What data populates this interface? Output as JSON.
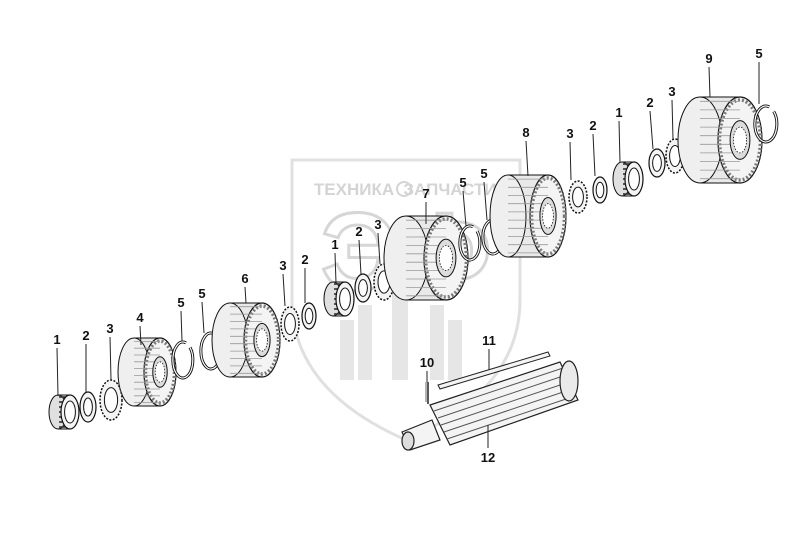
{
  "watermark": {
    "text_left": "ТЕХНИКА",
    "text_right": "ЗАПЧАСТИ",
    "monogram": "ЭФ",
    "color": "#d6d6d6"
  },
  "colors": {
    "ink": "#111111",
    "leader": "#222222",
    "part_fill": "#f4f4f4",
    "tooth": "#7a7a7a"
  },
  "callouts": [
    {
      "id": "c1a",
      "label": "1"
    },
    {
      "id": "c2a",
      "label": "2"
    },
    {
      "id": "c3a",
      "label": "3"
    },
    {
      "id": "c4",
      "label": "4"
    },
    {
      "id": "c5a",
      "label": "5"
    },
    {
      "id": "c5b",
      "label": "5"
    },
    {
      "id": "c6",
      "label": "6"
    },
    {
      "id": "c3b",
      "label": "3"
    },
    {
      "id": "c2b",
      "label": "2"
    },
    {
      "id": "c1b",
      "label": "1"
    },
    {
      "id": "c2c",
      "label": "2"
    },
    {
      "id": "c3c",
      "label": "3"
    },
    {
      "id": "c7",
      "label": "7"
    },
    {
      "id": "c5c",
      "label": "5"
    },
    {
      "id": "c5d",
      "label": "5"
    },
    {
      "id": "c8",
      "label": "8"
    },
    {
      "id": "c3d",
      "label": "3"
    },
    {
      "id": "c2d",
      "label": "2"
    },
    {
      "id": "c1c",
      "label": "1"
    },
    {
      "id": "c2e",
      "label": "2"
    },
    {
      "id": "c3e",
      "label": "3"
    },
    {
      "id": "c9",
      "label": "9"
    },
    {
      "id": "c5e",
      "label": "5"
    },
    {
      "id": "c10",
      "label": "10"
    },
    {
      "id": "c11",
      "label": "11"
    },
    {
      "id": "c12",
      "label": "12"
    }
  ]
}
